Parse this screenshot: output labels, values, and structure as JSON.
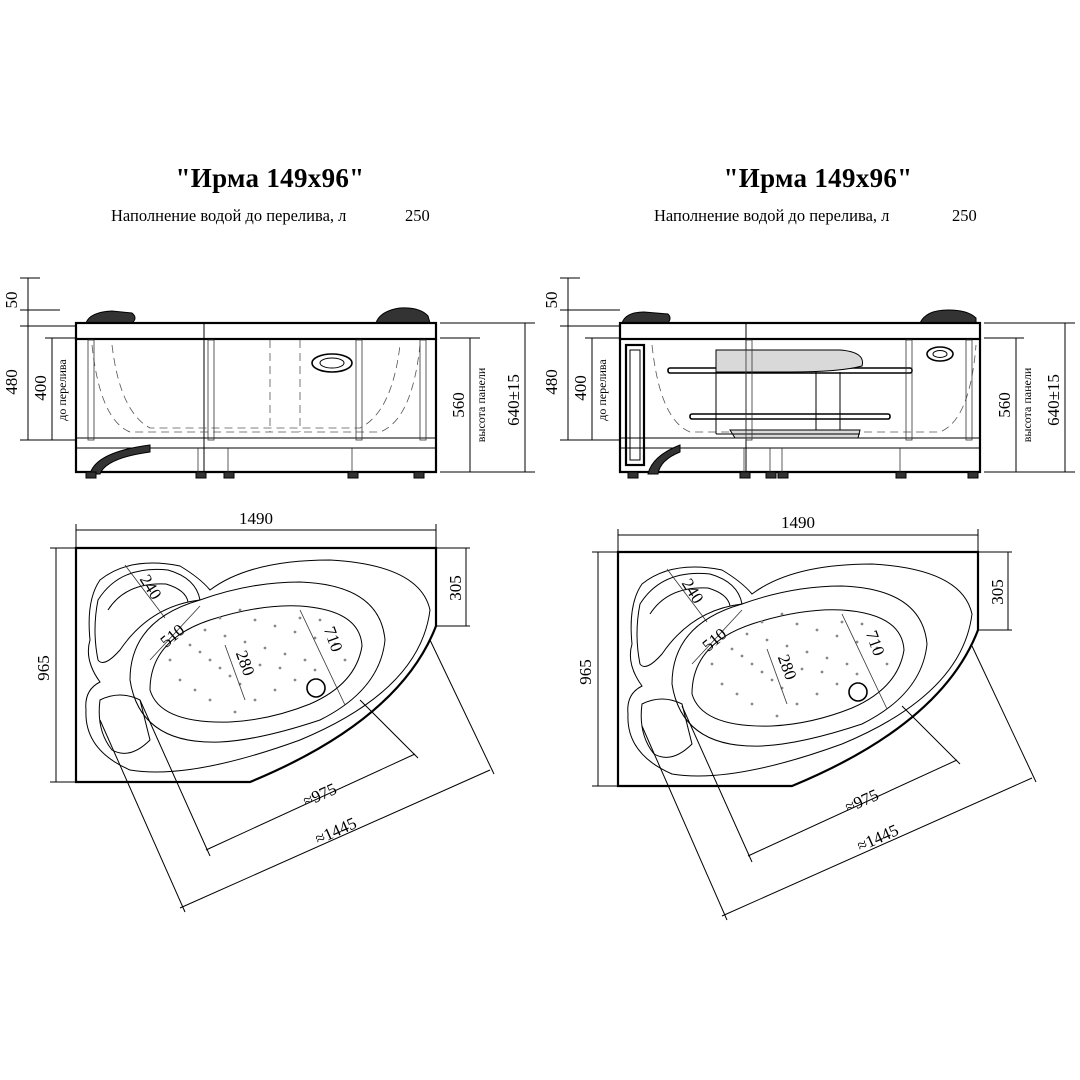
{
  "panels": [
    {
      "title": "\"Ирма 149х96\"",
      "fill_label": "Наполнение водой до перелива, л",
      "fill_value": "250",
      "side_view": {
        "dim_top": "50",
        "dim_height": "480",
        "dim_overflow": "400",
        "label_overflow": "до перелива",
        "dim_panel": "560",
        "label_panel": "высота панели",
        "dim_total": "640±15"
      },
      "top_view": {
        "dim_length": "1490",
        "dim_width": "965",
        "dim_corner": "305",
        "dim_headrest": "240",
        "dim_bowl_width": "510",
        "dim_bowl_inner": "280",
        "dim_bowl_length": "710",
        "dim_inner_length": "≈975",
        "dim_diagonal": "≈1445"
      }
    },
    {
      "title": "\"Ирма 149х96\"",
      "fill_label": "Наполнение водой до перелива, л",
      "fill_value": "250",
      "side_view": {
        "dim_top": "50",
        "dim_height": "480",
        "dim_overflow": "400",
        "label_overflow": "до перелива",
        "dim_panel": "560",
        "label_panel": "высота панели",
        "dim_total": "640±15"
      },
      "top_view": {
        "dim_length": "1490",
        "dim_width": "965",
        "dim_corner": "305",
        "dim_headrest": "240",
        "dim_bowl_width": "510",
        "dim_bowl_inner": "280",
        "dim_bowl_length": "710",
        "dim_inner_length": "≈975",
        "dim_diagonal": "≈1445"
      }
    }
  ]
}
